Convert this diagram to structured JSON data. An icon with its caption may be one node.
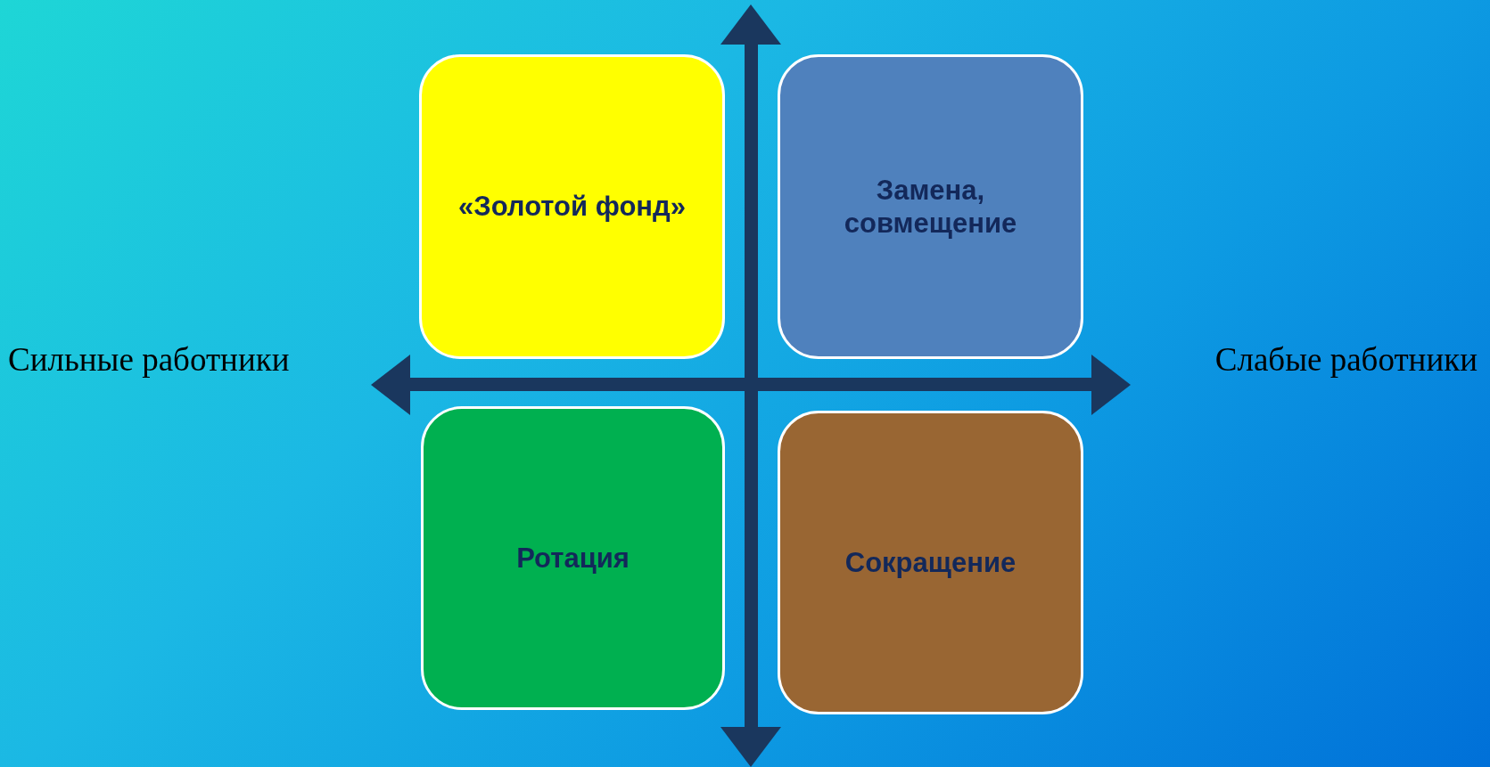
{
  "diagram": {
    "nodes": [
      {
        "text": [
          "«Золотой фонд»"
        ]
      },
      {
        "text": [
          "Замена, совмещение"
        ]
      },
      {
        "text": [
          "Ротация"
        ]
      },
      {
        "text": [
          "Сокращение"
        ]
      }
    ],
    "labels": [
      "Сильные работники",
      "Слабые работники"
    ]
  }
}
